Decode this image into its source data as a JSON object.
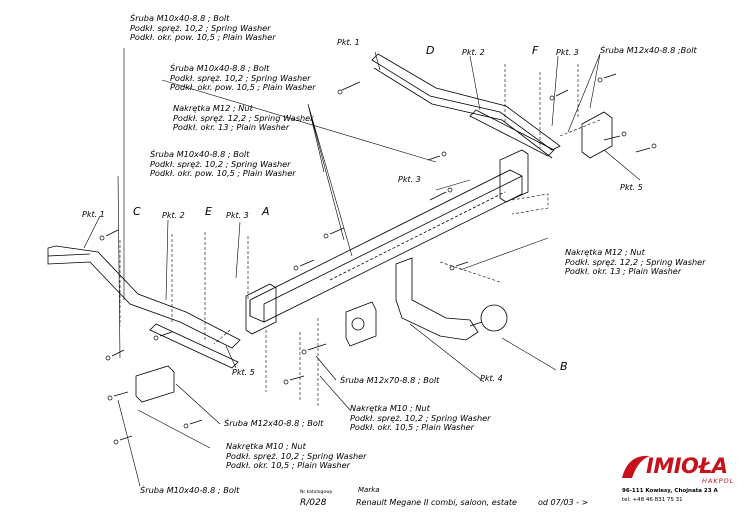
{
  "callouts": {
    "top_bolt": [
      "Śruba M10x40-8.8 ;  Bolt",
      "Podkł. spręż. 10,2 ; Spring Washer",
      "Podkł. okr. pow. 10,5 ; Plain Washer"
    ],
    "second_bolt": [
      "Śruba M10x40-8.8 ;  Bolt",
      "Podkł. spręż.  10,2 ; Spring Washer",
      "Podkł. okr. pow.  10,5 ; Plain Washer"
    ],
    "nut_m12_upper": [
      "Nakrętka  M12 ; Nut",
      "Podkł. spręż. 12,2 ; Spring Washer",
      "Podkł. okr.   13 ; Plain Washer"
    ],
    "left_bolt": [
      "Śruba M10x40-8.8 ;  Bolt",
      "Podkł. spręż. 10,2 ; Spring Washer",
      "Podkł. okr. pow. 10,5 ; Plain Washer"
    ],
    "right_bolt": "Śruba M12x40-8.8 ;Bolt",
    "nut_m12_right": [
      "Nakrętka  M12 ; Nut",
      "Podkł. spręż.  12,2 ; Spring Washer",
      "Podkł. okr.  13 ; Plain Washer"
    ],
    "bolt_m12x70": "Śruba M12x70-8.8 ;  Bolt",
    "nut_m10_center": [
      "Nakrętka  M10 ; Nut",
      "Podkł. spręż. 10,2 ; Spring Washer",
      "Podkł. okr.  10,5 ; Plain Washer"
    ],
    "bolt_m12x40_lower": "Śruba M12x40-8.8 ;  Bolt",
    "nut_m10_lower": [
      "Nakrętka  M10 ; Nut",
      "Podkł. spręż.  10,2 ; Spring Washer",
      "Podkł. okr.  10,5 ; Plain Washer"
    ],
    "bolt_m10_bottom": "Śruba M10x40-8.8 ;  Bolt"
  },
  "pkt": {
    "p1_top": "Pkt. 1",
    "p2_top": "Pkt. 2",
    "p3_top": "Pkt. 3",
    "p5_right": "Pkt. 5",
    "p3_mid": "Pkt. 3",
    "p1_left": "Pkt. 1",
    "p2_left": "Pkt. 2",
    "p3_left": "Pkt. 3",
    "p5_left": "Pkt. 5",
    "p4": "Pkt. 4"
  },
  "letters": {
    "D": "D",
    "F": "F",
    "C": "C",
    "E": "E",
    "A": "A",
    "B": "B"
  },
  "footer": {
    "catalog_label": "Nr katalogowy",
    "catalog_value": "R/028",
    "brand_label": "Marka",
    "model": "Renault Megane II combi, saloon, estate",
    "date": "od  07/03 - >"
  },
  "logo": {
    "name": "IMIOŁA",
    "sub": "HAKPOL",
    "address": "96-111 Kowiesy,  Chojnata 23 A",
    "phone": "tel. +48 46 831 75 31",
    "accent_color": "#c8101c"
  }
}
